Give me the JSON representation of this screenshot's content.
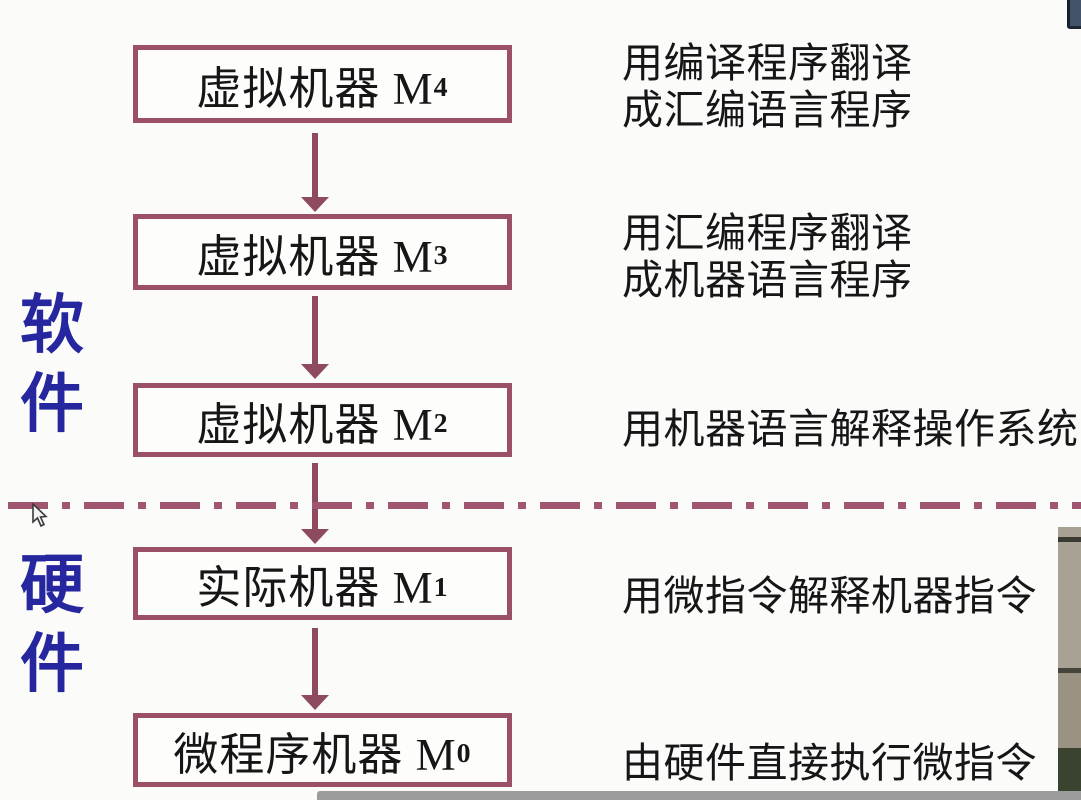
{
  "slide": {
    "side_labels": {
      "software": [
        "软",
        "件"
      ],
      "hardware": [
        "硬",
        "件"
      ]
    },
    "levels": [
      {
        "name": "虚拟机器 M",
        "sub": "4"
      },
      {
        "name": "虚拟机器 M",
        "sub": "3"
      },
      {
        "name": "虚拟机器 M",
        "sub": "2"
      },
      {
        "name": "实际机器 M",
        "sub": "1"
      },
      {
        "name": "微程序机器 M",
        "sub": "0"
      }
    ],
    "annotations": [
      {
        "lines": [
          "用编译程序翻译",
          "成汇编语言程序"
        ]
      },
      {
        "lines": [
          "用汇编程序翻译",
          "成机器语言程序"
        ]
      },
      {
        "lines": [
          "用机器语言解释操作系统"
        ]
      },
      {
        "lines": [
          "用微指令解释机器指令"
        ]
      },
      {
        "lines": [
          "由硬件直接执行微指令"
        ]
      }
    ]
  },
  "colors": {
    "box_border": "#9b5066",
    "arrow": "#8e4a5f",
    "divider": "#a05570",
    "side_label_blue": "#26279f",
    "text": "#161616",
    "background": "#fbfbfa",
    "bottom_bar_gray": "#9c9c9c",
    "scroll_thumb_slate": "#42536a"
  }
}
